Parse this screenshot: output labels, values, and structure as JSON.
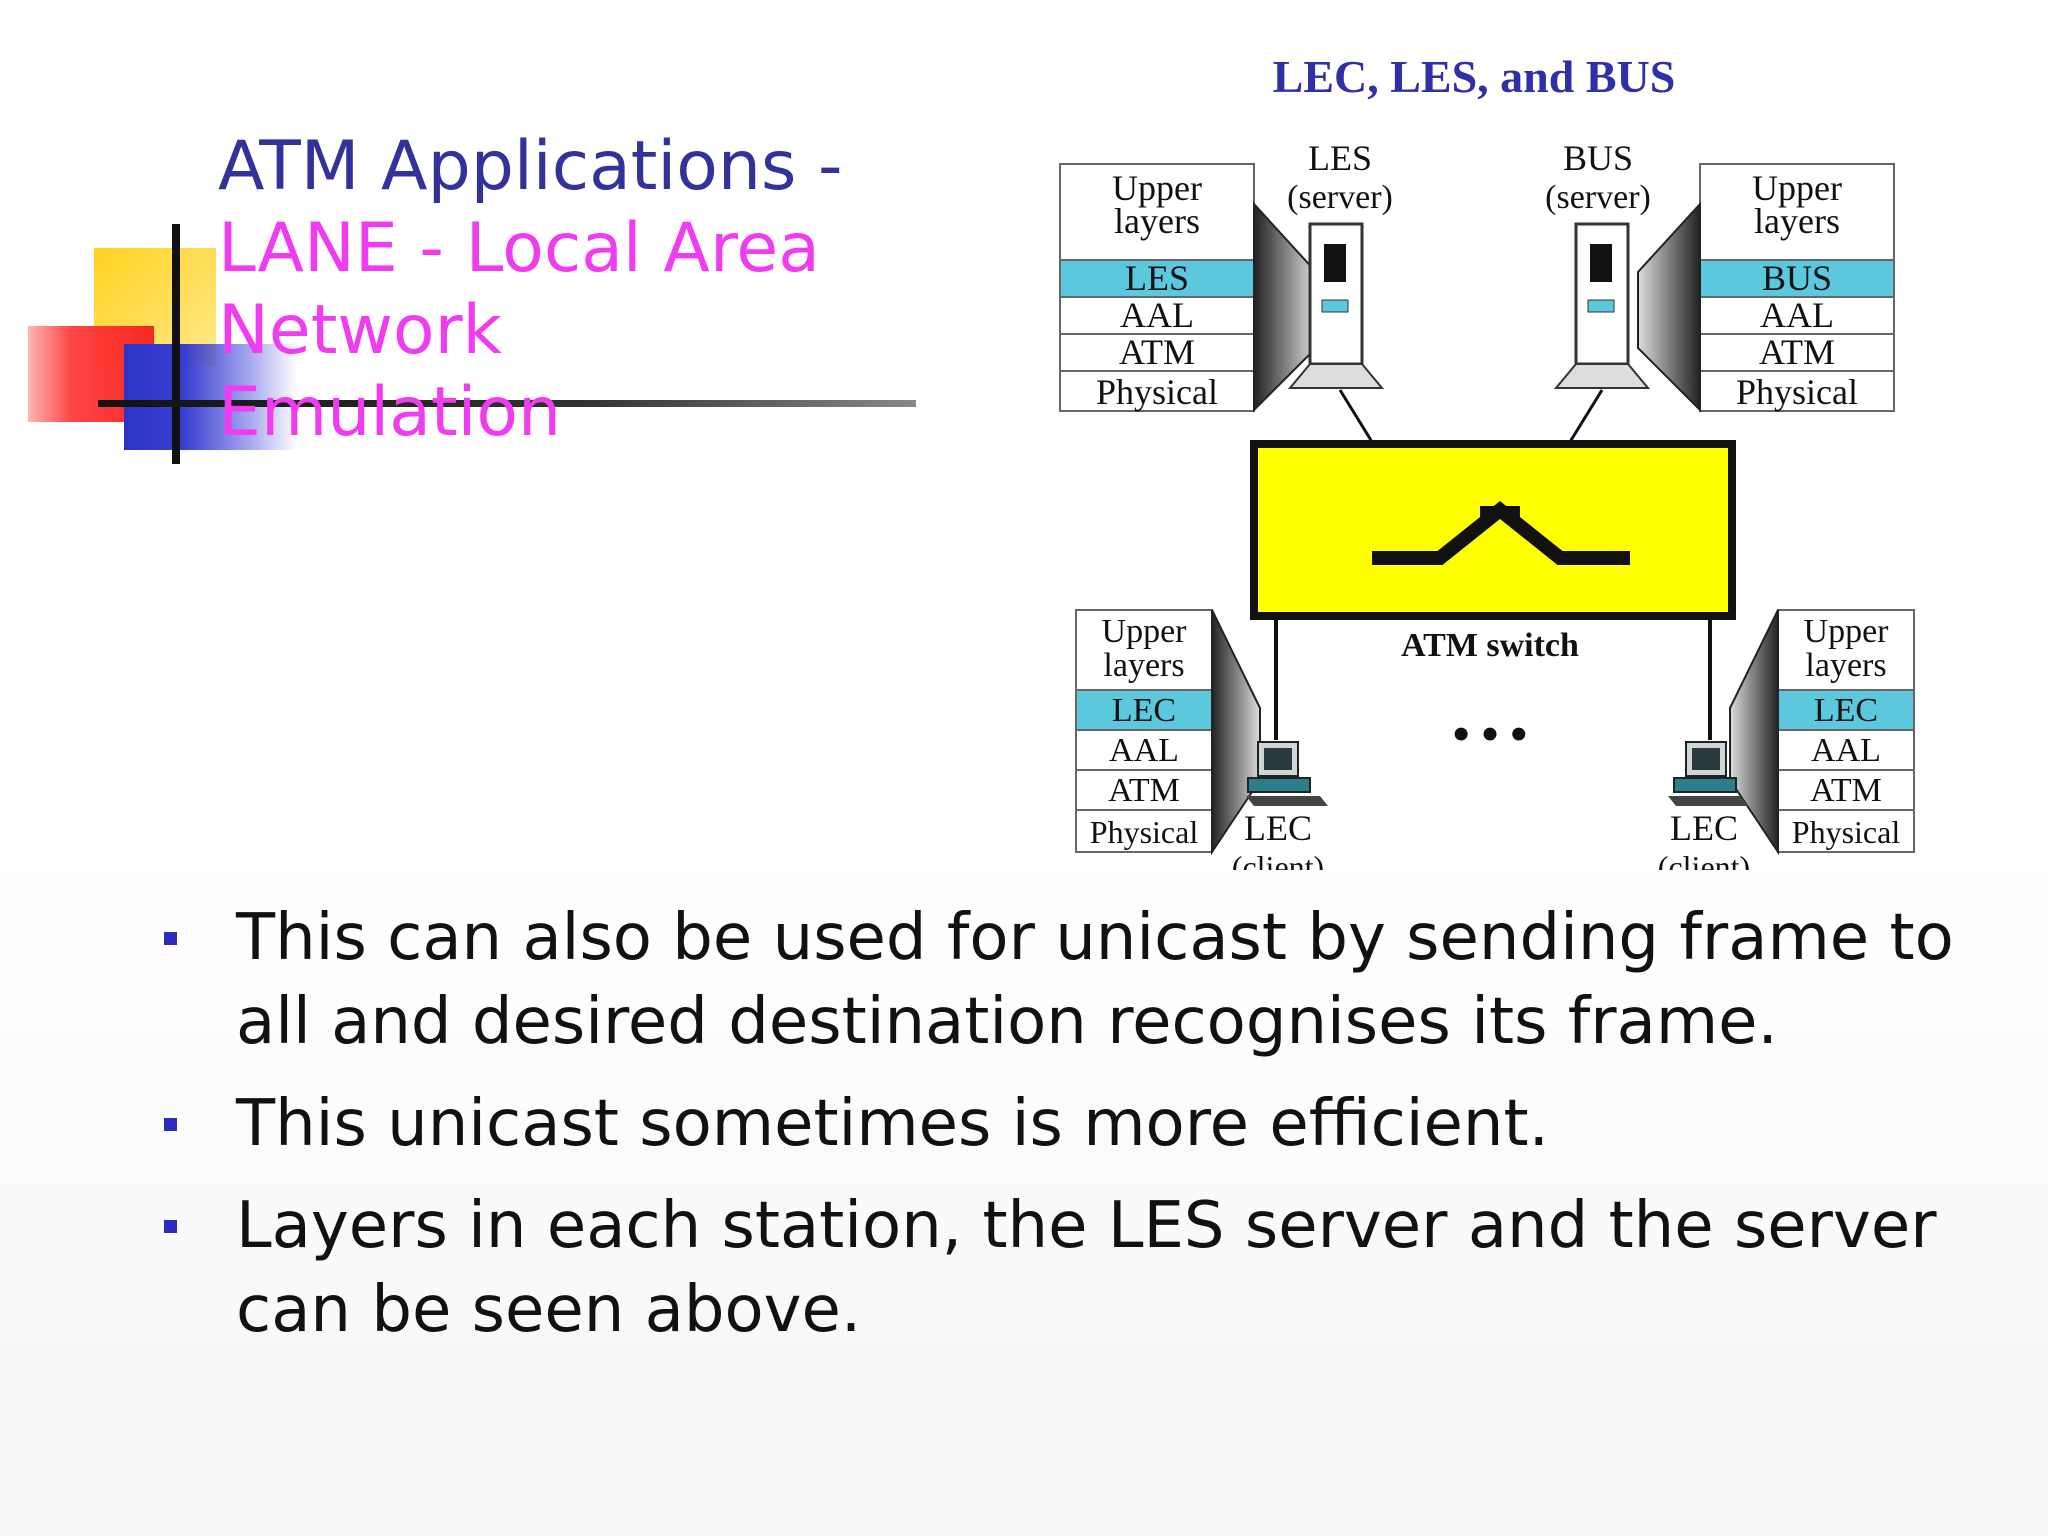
{
  "slide": {
    "title_line1": "ATM Applications -",
    "title_line2": "LANE - Local Area",
    "title_line3": "Network Emulation"
  },
  "diagram": {
    "caption": "LEC, LES, and BUS",
    "les_label": "LES",
    "les_role": "(server)",
    "bus_label": "BUS",
    "bus_role": "(server)",
    "switch_label": "ATM switch",
    "lec_label": "LEC",
    "lec_role": "(client)",
    "ellipsis": "• • •",
    "les_stack": [
      "Upper",
      "layers",
      "LES",
      "AAL",
      "ATM",
      "Physical"
    ],
    "bus_stack": [
      "Upper",
      "layers",
      "BUS",
      "AAL",
      "ATM",
      "Physical"
    ],
    "lec_stack": [
      "Upper",
      "layers",
      "LEC",
      "AAL",
      "ATM",
      "Physical"
    ],
    "colors": {
      "highlight": "#5bc8de",
      "switch_fill": "#ffff00",
      "caption": "#2f2fa8"
    }
  },
  "bullets": [
    "This can also be used for unicast by sending frame to all and desired destination recognises its frame.",
    "This unicast sometimes is more efficient.",
    "Layers in each station, the LES server and the server can be seen above."
  ],
  "theme": {
    "title_color": "#32329a",
    "title_accent": "#f03cf0",
    "bullet_color": "#2b2bbd"
  }
}
